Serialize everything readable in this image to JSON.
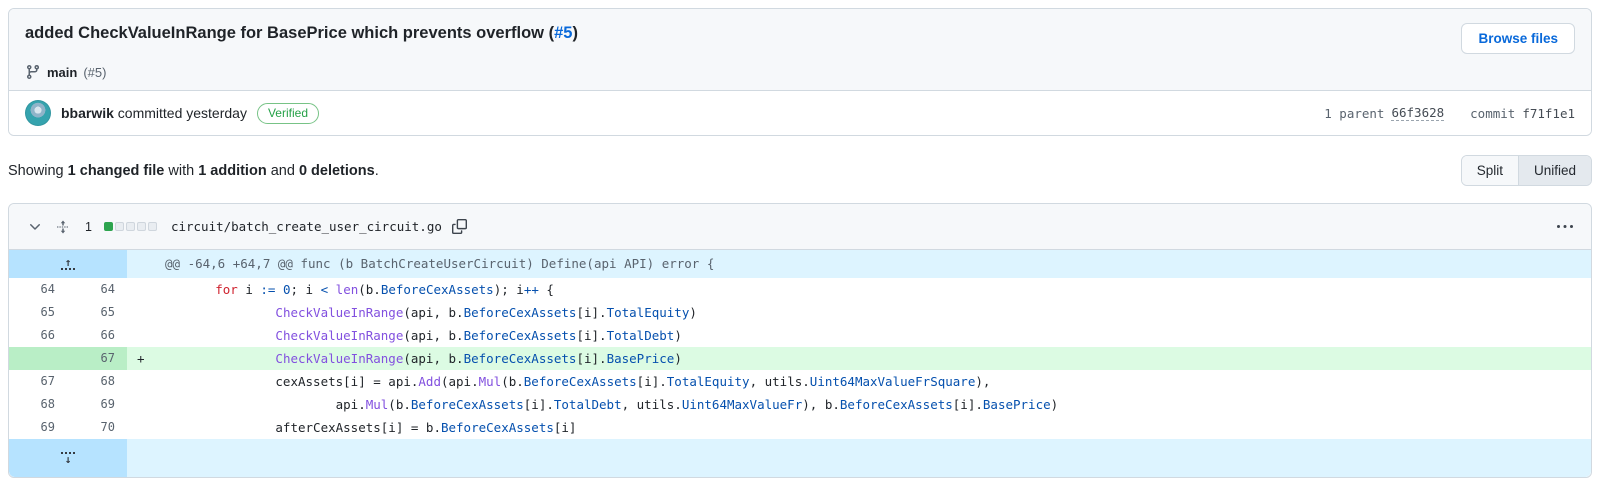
{
  "commit_header": {
    "title_prefix": "added CheckValueInRange for BasePrice which prevents overflow (",
    "pr_link": "#5",
    "title_suffix": ")",
    "browse_files_label": "Browse files",
    "branch_name": "main",
    "branch_ref": "(#5)"
  },
  "commit_meta": {
    "author": "bbarwik",
    "action": " committed yesterday",
    "verified_label": "Verified",
    "parent_label": "1 parent",
    "parent_sha": "66f3628",
    "commit_label": "commit",
    "commit_sha": "f71f1e1"
  },
  "summary": {
    "prefix": "Showing ",
    "changed_files": "1 changed file",
    "mid1": " with ",
    "additions": "1 addition",
    "mid2": " and ",
    "deletions": "0 deletions",
    "suffix": ".",
    "split_label": "Split",
    "unified_label": "Unified"
  },
  "file": {
    "changes_count": "1",
    "name": "circuit/batch_create_user_circuit.go",
    "diff_blocks": [
      "added",
      "empty",
      "empty",
      "empty",
      "empty"
    ]
  },
  "colors": {
    "accent_blue": "#0969da",
    "keyword_red": "#cf222e",
    "function_purple": "#8250df",
    "constant_blue": "#0550ae",
    "added_row_bg": "#dcfbe3",
    "added_gutter_bg": "#b9eec6",
    "hunk_row_bg": "#ddf4ff",
    "hunk_gutter_bg": "#b6e3ff",
    "verified_green": "#26a148",
    "diff_square_green": "#2da44e"
  },
  "diff": {
    "hunk_header": "@@ -64,6 +64,7 @@ func (b BatchCreateUserCircuit) Define(api API) error {",
    "rows": [
      {
        "type": "hunk"
      },
      {
        "type": "context",
        "old": "64",
        "new": "64",
        "sign": "",
        "tokens": [
          [
            "n",
            "        "
          ],
          [
            "k",
            "for"
          ],
          [
            "n",
            " i "
          ],
          [
            "c",
            ":="
          ],
          [
            "n",
            " "
          ],
          [
            "c",
            "0"
          ],
          [
            "n",
            "; i "
          ],
          [
            "c",
            "<"
          ],
          [
            "n",
            " "
          ],
          [
            "fn",
            "len"
          ],
          [
            "n",
            "(b."
          ],
          [
            "c",
            "BeforeCexAssets"
          ],
          [
            "n",
            "); i"
          ],
          [
            "c",
            "++"
          ],
          [
            "n",
            " {"
          ]
        ]
      },
      {
        "type": "context",
        "old": "65",
        "new": "65",
        "sign": "",
        "tokens": [
          [
            "n",
            "                "
          ],
          [
            "fn",
            "CheckValueInRange"
          ],
          [
            "n",
            "(api, b."
          ],
          [
            "c",
            "BeforeCexAssets"
          ],
          [
            "n",
            "[i]."
          ],
          [
            "c",
            "TotalEquity"
          ],
          [
            "n",
            ")"
          ]
        ]
      },
      {
        "type": "context",
        "old": "66",
        "new": "66",
        "sign": "",
        "tokens": [
          [
            "n",
            "                "
          ],
          [
            "fn",
            "CheckValueInRange"
          ],
          [
            "n",
            "(api, b."
          ],
          [
            "c",
            "BeforeCexAssets"
          ],
          [
            "n",
            "[i]."
          ],
          [
            "c",
            "TotalDebt"
          ],
          [
            "n",
            ")"
          ]
        ]
      },
      {
        "type": "add",
        "old": "",
        "new": "67",
        "sign": "+",
        "tokens": [
          [
            "n",
            "                "
          ],
          [
            "fn",
            "CheckValueInRange"
          ],
          [
            "n",
            "(api, b."
          ],
          [
            "c",
            "BeforeCexAssets"
          ],
          [
            "n",
            "[i]."
          ],
          [
            "c",
            "BasePrice"
          ],
          [
            "n",
            ")"
          ]
        ]
      },
      {
        "type": "context",
        "old": "67",
        "new": "68",
        "sign": "",
        "tokens": [
          [
            "n",
            "                cexAssets[i] = api."
          ],
          [
            "fn",
            "Add"
          ],
          [
            "n",
            "(api."
          ],
          [
            "fn",
            "Mul"
          ],
          [
            "n",
            "(b."
          ],
          [
            "c",
            "BeforeCexAssets"
          ],
          [
            "n",
            "[i]."
          ],
          [
            "c",
            "TotalEquity"
          ],
          [
            "n",
            ", utils."
          ],
          [
            "c",
            "Uint64MaxValueFrSquare"
          ],
          [
            "n",
            "),"
          ]
        ]
      },
      {
        "type": "context",
        "old": "68",
        "new": "69",
        "sign": "",
        "tokens": [
          [
            "n",
            "                        api."
          ],
          [
            "fn",
            "Mul"
          ],
          [
            "n",
            "(b."
          ],
          [
            "c",
            "BeforeCexAssets"
          ],
          [
            "n",
            "[i]."
          ],
          [
            "c",
            "TotalDebt"
          ],
          [
            "n",
            ", utils."
          ],
          [
            "c",
            "Uint64MaxValueFr"
          ],
          [
            "n",
            "), b."
          ],
          [
            "c",
            "BeforeCexAssets"
          ],
          [
            "n",
            "[i]."
          ],
          [
            "c",
            "BasePrice"
          ],
          [
            "n",
            ")"
          ]
        ]
      },
      {
        "type": "context",
        "old": "69",
        "new": "70",
        "sign": "",
        "tokens": [
          [
            "n",
            "                afterCexAssets[i] = b."
          ],
          [
            "c",
            "BeforeCexAssets"
          ],
          [
            "n",
            "[i]"
          ]
        ]
      },
      {
        "type": "expander"
      }
    ]
  }
}
